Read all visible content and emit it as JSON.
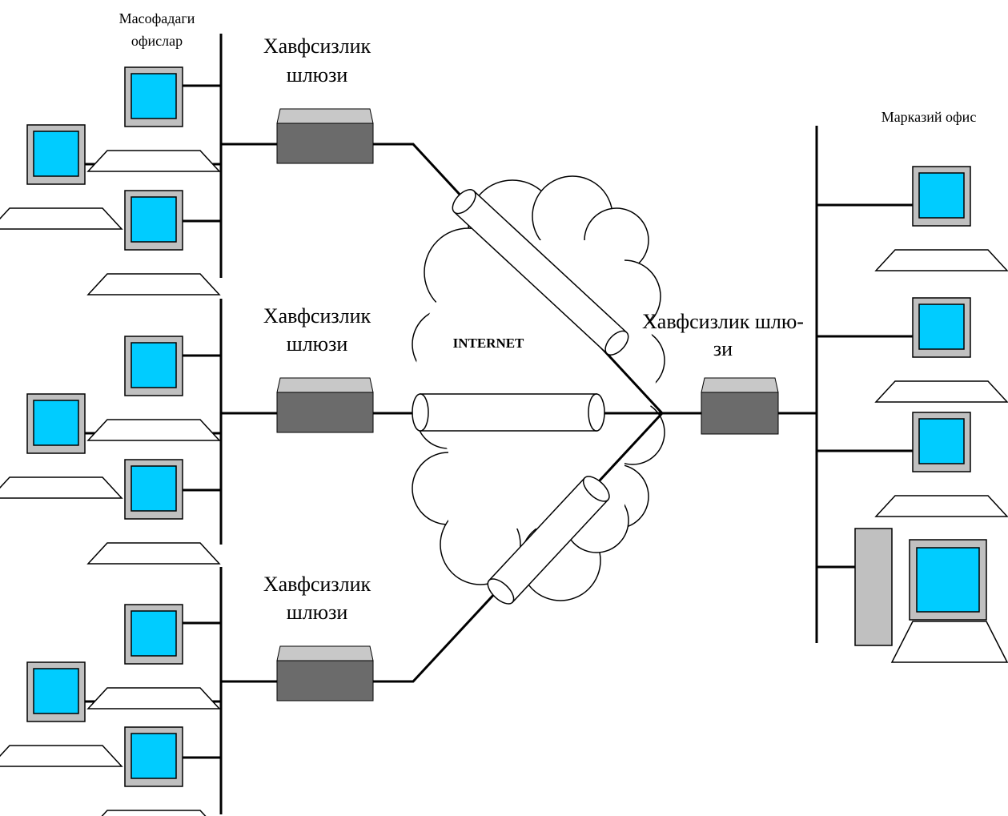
{
  "labels": {
    "remote_offices_line1": "Масофадаги",
    "remote_offices_line2": "офислар",
    "central_office": "Марказий офис",
    "internet": "INTERNET"
  },
  "gateways": [
    {
      "line1": "Хавфсизлик",
      "line2": "шлюзи"
    },
    {
      "line1": "Хавфсизлик",
      "line2": "шлюзи"
    },
    {
      "line1": "Хавфсизлик",
      "line2": "шлюзи"
    },
    {
      "line1": "Хавфсизлик шлю-",
      "line2": "зи"
    }
  ],
  "colors": {
    "screen": "#00ccff",
    "monitor_frame": "#c0c0c0",
    "gateway_top": "#c8c8c8",
    "gateway_body": "#6b6b6b",
    "tower": "#c0c0c0",
    "line": "#000000"
  }
}
